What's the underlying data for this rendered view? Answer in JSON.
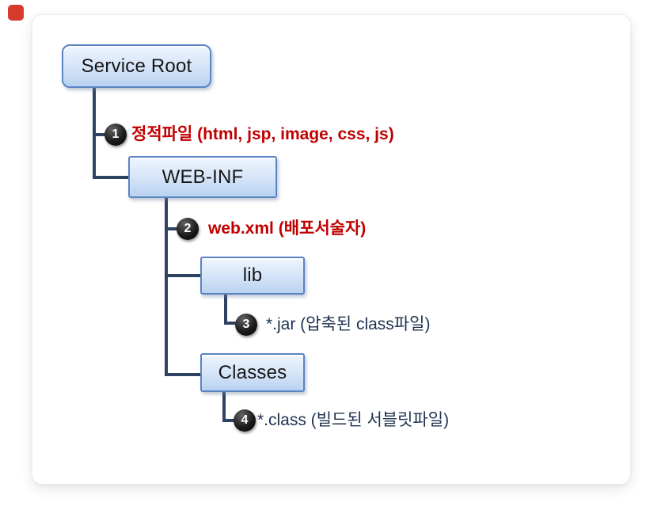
{
  "page": {
    "background_color": "#ffffff"
  },
  "marker": {
    "color": "#d63a2e"
  },
  "diagram": {
    "nodes": [
      {
        "id": "service-root",
        "label": "Service Root"
      },
      {
        "id": "web-inf",
        "label": "WEB-INF"
      },
      {
        "id": "lib",
        "label": "lib"
      },
      {
        "id": "classes",
        "label": "Classes"
      }
    ],
    "annotations": [
      {
        "num": "1",
        "text": "정적파일 (html, jsp, image, css, js)",
        "style": "red-bold"
      },
      {
        "num": "2",
        "text": "web.xml (배포서술자)",
        "style": "red-bold"
      },
      {
        "num": "3",
        "text": "*.jar (압축된 class파일)",
        "style": "dark"
      },
      {
        "num": "4",
        "text": "*.class (빌드된 서블릿파일)",
        "style": "dark"
      }
    ],
    "colors": {
      "node_border": "#5b84c2",
      "node_fill_top": "#eef5fe",
      "node_fill_mid": "#d7e6f9",
      "node_fill_bottom": "#b9d2f0",
      "connector": "#2e4262",
      "annotation_red": "#c00000",
      "annotation_dark": "#1f3150",
      "badge_bg": "#000000",
      "badge_text": "#ffffff",
      "node_text": "#161616"
    }
  }
}
